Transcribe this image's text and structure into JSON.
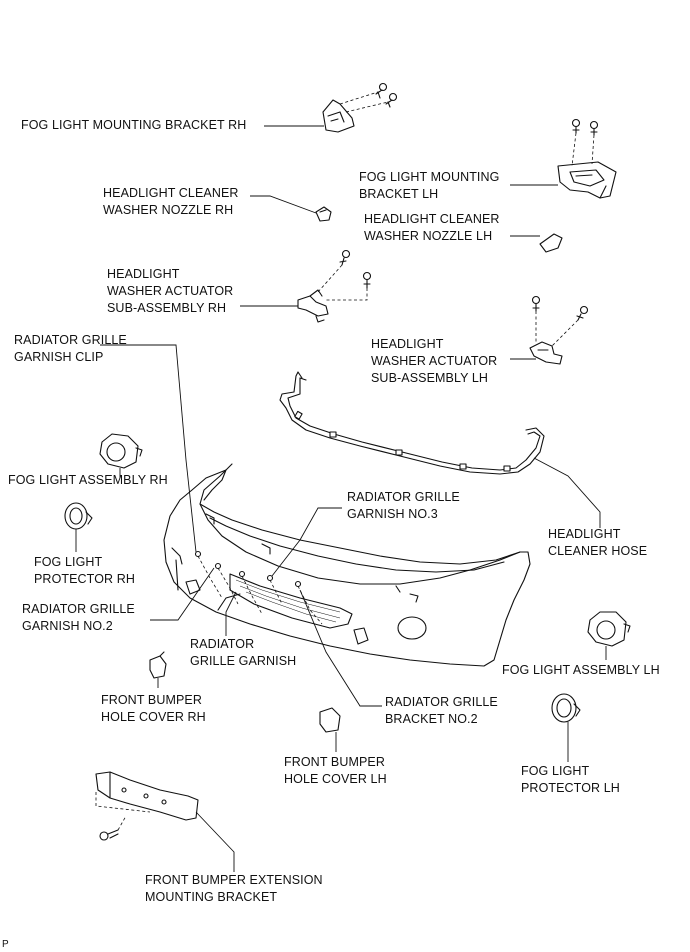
{
  "labels": {
    "fog_bracket_rh": [
      "FOG LIGHT MOUNTING BRACKET RH"
    ],
    "fog_bracket_lh": [
      "FOG LIGHT MOUNTING",
      "BRACKET LH"
    ],
    "hl_nozzle_rh": [
      "HEADLIGHT CLEANER",
      "WASHER NOZZLE RH"
    ],
    "hl_nozzle_lh": [
      "HEADLIGHT CLEANER",
      "WASHER NOZZLE LH"
    ],
    "hl_actuator_rh": [
      "HEADLIGHT",
      "WASHER ACTUATOR",
      "SUB-ASSEMBLY RH"
    ],
    "hl_actuator_lh": [
      "HEADLIGHT",
      "WASHER ACTUATOR",
      "SUB-ASSEMBLY LH"
    ],
    "grille_clip": [
      "RADIATOR GRILLE",
      "GARNISH CLIP"
    ],
    "fog_assy_rh": [
      "FOG LIGHT ASSEMBLY RH"
    ],
    "grille_no3": [
      "RADIATOR GRILLE",
      "GARNISH NO.3"
    ],
    "cleaner_hose": [
      "HEADLIGHT",
      "CLEANER HOSE"
    ],
    "fog_prot_rh": [
      "FOG LIGHT",
      "PROTECTOR RH"
    ],
    "grille_no2": [
      "RADIATOR GRILLE",
      "GARNISH NO.2"
    ],
    "grille_garnish": [
      "RADIATOR",
      "GRILLE GARNISH"
    ],
    "fog_assy_lh": [
      "FOG LIGHT ASSEMBLY LH"
    ],
    "hole_cover_rh": [
      "FRONT BUMPER",
      "HOLE COVER RH"
    ],
    "grille_bracket_no2": [
      "RADIATOR GRILLE",
      "BRACKET NO.2"
    ],
    "hole_cover_lh": [
      "FRONT BUMPER",
      "HOLE COVER LH"
    ],
    "fog_prot_lh": [
      "FOG LIGHT",
      "PROTECTOR LH"
    ],
    "ext_bracket": [
      "FRONT BUMPER EXTENSION",
      "MOUNTING BRACKET"
    ]
  },
  "corner_mark": "P"
}
